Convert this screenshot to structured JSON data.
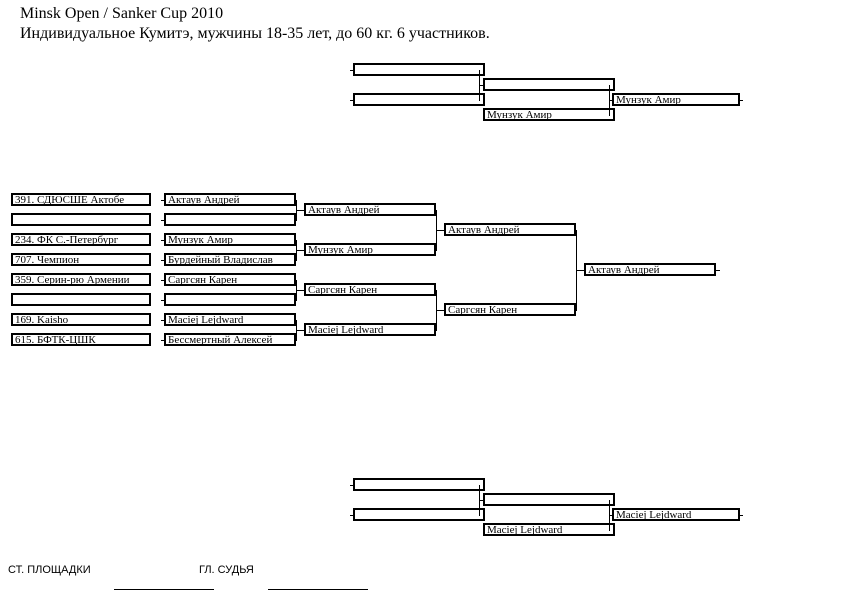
{
  "header": {
    "line1": "Minsk Open / Sanker Cup 2010",
    "line2": "Индивидуальное Кумитэ, мужчины 18-35 лет, до  60 кг. 6 участников."
  },
  "top_bracket": {
    "slot1": "",
    "slot2": "",
    "semi_top": "",
    "semi_bottom": "Мунзук Амир",
    "final": "Мунзук Амир"
  },
  "main_bracket": {
    "clubs": [
      "391. СДЮСШЕ Актобе",
      "",
      "234. ФК С.-Петербург",
      "707. Чемпион",
      "359. Серин-рю Армении",
      "",
      "169. Kaisho",
      "615. БФТК-ЦШК"
    ],
    "round1": [
      "Актаув Андрей",
      "",
      "Мунзук Амир",
      "Бурдейный Владислав",
      "Саргсян Карен",
      "",
      "Maciej Lejdward",
      "Бессмертный Алексей"
    ],
    "round2": [
      "Актаув Андрей",
      "Мунзук Амир",
      "Саргсян Карен",
      "Maciej Lejdward"
    ],
    "round3": [
      "Актаув Андрей",
      "Саргсян Карен"
    ],
    "winner": "Актаув Андрей"
  },
  "bottom_bracket": {
    "slot1": "",
    "slot2": "",
    "semi_top": "",
    "semi_bottom": "Maciej Lejdward",
    "final": "Maciej Lejdward"
  },
  "footer": {
    "site_head_label": "СТ. ПЛОЩАДКИ",
    "chief_judge_label": "ГЛ. СУДЬЯ"
  }
}
